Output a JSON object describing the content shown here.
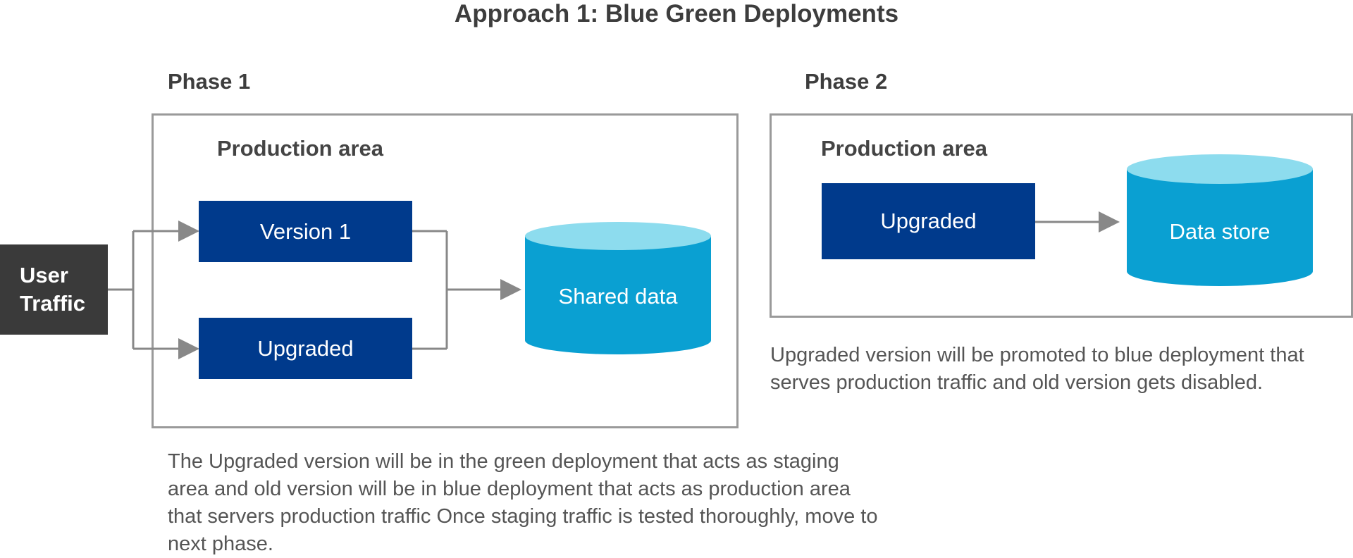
{
  "title": "Approach 1: Blue Green Deployments",
  "phase1": {
    "label": "Phase 1",
    "area_label": "Production area",
    "version1": "Version 1",
    "upgraded": "Upgraded",
    "datastore": "Shared data",
    "description": "The Upgraded version will be in the green deployment that acts as staging area and old version will be in blue deployment that acts as production area that servers production traffic Once staging traffic is tested thoroughly, move to next phase."
  },
  "phase2": {
    "label": "Phase 2",
    "area_label": "Production area",
    "upgraded": "Upgraded",
    "datastore": "Data store",
    "description": "Upgraded version will be promoted to blue deployment that serves production traffic and old version gets disabled."
  },
  "user_traffic": {
    "line1": "User",
    "line2": "Traffic"
  },
  "colors": {
    "node_blue": "#003a8c",
    "cylinder_body": "#0aa0d2",
    "cylinder_top": "#8ddcee",
    "user_box": "#3a3a3a",
    "connector": "#888888",
    "border": "#9a9a9a"
  }
}
